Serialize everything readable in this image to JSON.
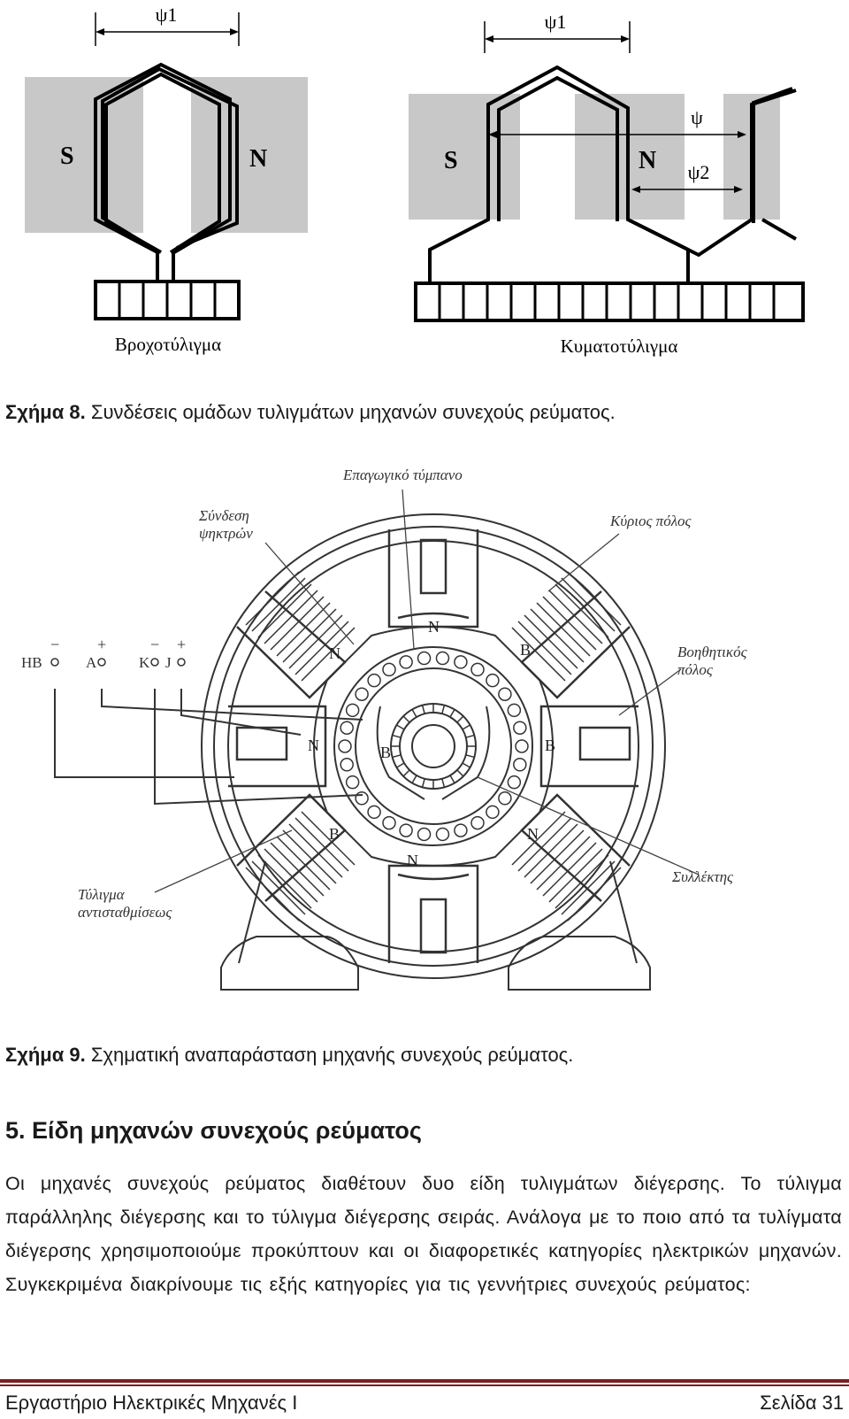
{
  "figure8": {
    "left": {
      "psi1": "ψ1",
      "pole_s": "S",
      "pole_n": "N",
      "caption": "Βροχοτύλιγμα"
    },
    "right": {
      "psi1": "ψ1",
      "psi": "ψ",
      "psi2": "ψ2",
      "pole_s": "S",
      "pole_n": "N",
      "caption": "Κυματοτύλιγμα"
    },
    "caption_label": "Σχήμα 8.",
    "caption_text": " Συνδέσεις ομάδων τυλιγμάτων μηχανών συνεχούς ρεύματος."
  },
  "figure9": {
    "labels": {
      "epagogiko": "Επαγωγικό τύμπανο",
      "syndesi_line1": "Σύνδεση",
      "syndesi_line2": "ψηκτρών",
      "kyrios": "Κύριος πόλος",
      "voithitikos_line1": "Βοηθητικός",
      "voithitikos_line2": "πόλος",
      "tyligma_line1": "Τύλιγμα",
      "tyligma_line2": "αντισταθμίσεως",
      "syllektis": "Συλλέκτης"
    },
    "terminals": [
      {
        "name": "HB",
        "sign": "−"
      },
      {
        "name": "A",
        "sign": "+"
      },
      {
        "name": "K",
        "sign": "−"
      },
      {
        "name": "J",
        "sign": "+"
      }
    ],
    "pole_marks": {
      "n": "N",
      "b": "B"
    },
    "caption_label": "Σχήμα 9.",
    "caption_text": " Σχηματική αναπαράσταση μηχανής συνεχούς ρεύματος."
  },
  "section": {
    "heading": "5. Είδη μηχανών συνεχούς ρεύματος",
    "paragraph": "Οι μηχανές συνεχούς ρεύματος διαθέτουν δυο είδη τυλιγμάτων διέγερσης. Το τύλιγμα παράλληλης διέγερσης και το τύλιγμα διέγερσης σειράς. Ανάλογα με το ποιο από τα τυλίγματα διέγερσης χρησιμοποιούμε προκύπτουν και οι διαφορετικές κατηγορίες ηλεκτρικών μηχανών. Συγκεκριμένα διακρίνουμε τις εξής κατηγορίες για τις γεννήτριες συνεχούς ρεύματος:"
  },
  "footer": {
    "left": "Εργαστήριο Ηλεκτρικές Μηχανές Ι",
    "right": "Σελίδα 31"
  },
  "colors": {
    "footer_rule": "#7a2020",
    "pole_gray": "#c8c8c8"
  }
}
